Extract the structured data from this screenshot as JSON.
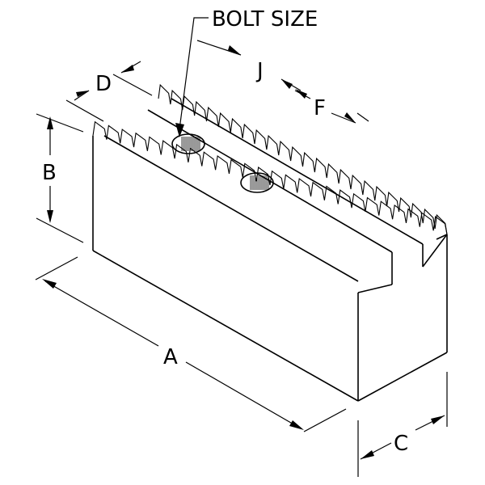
{
  "figure": {
    "labels": {
      "bolt_size": "BOLT SIZE",
      "a": "A",
      "b": "B",
      "c": "C",
      "d": "D",
      "f": "F",
      "j": "J"
    },
    "line_color": "#000000",
    "background": "#ffffff"
  }
}
